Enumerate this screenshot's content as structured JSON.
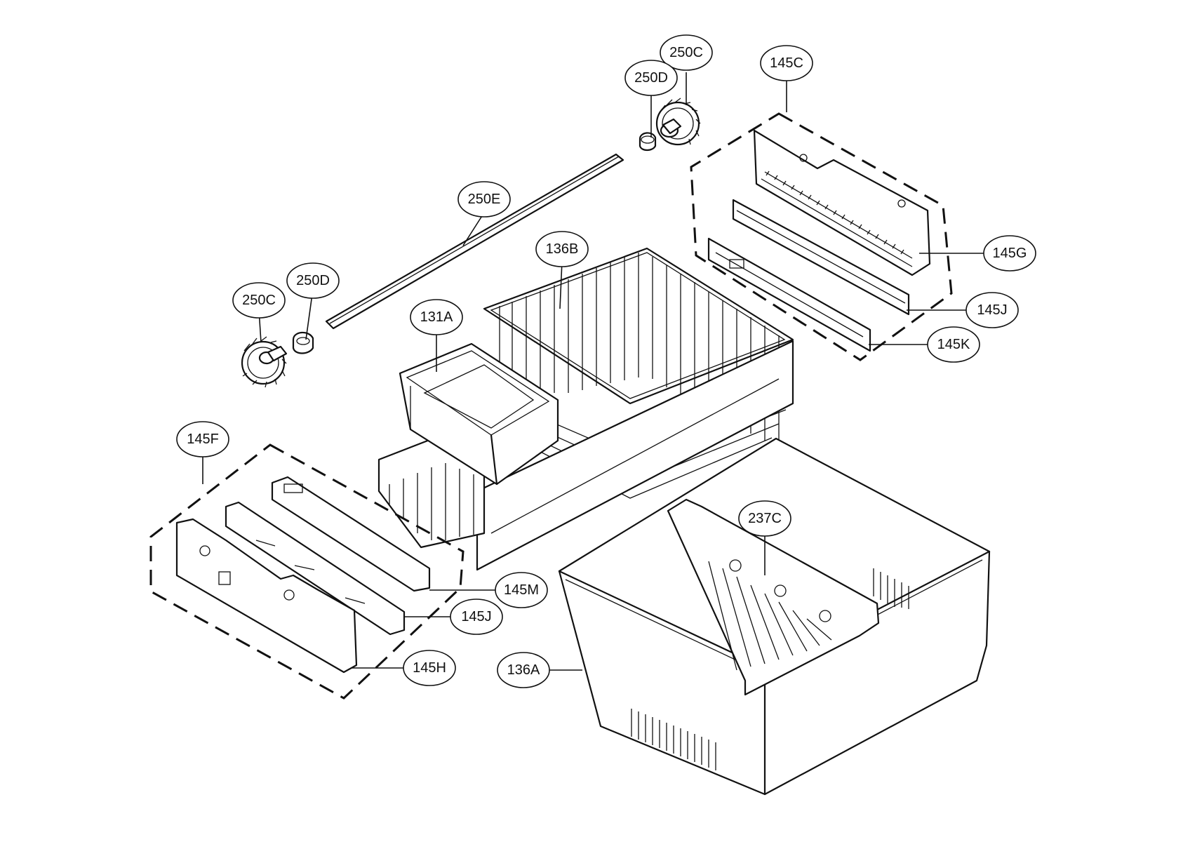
{
  "callouts": {
    "c250C_top": "250C",
    "c250D_top": "250D",
    "c145C": "145C",
    "c250E": "250E",
    "c136B": "136B",
    "c145G": "145G",
    "c250D_left": "250D",
    "c250C_left": "250C",
    "c131A": "131A",
    "c145J_right": "145J",
    "c145K": "145K",
    "c145F": "145F",
    "c237C": "237C",
    "c145M": "145M",
    "c145J_left": "145J",
    "c145H": "145H",
    "c136A": "136A"
  }
}
